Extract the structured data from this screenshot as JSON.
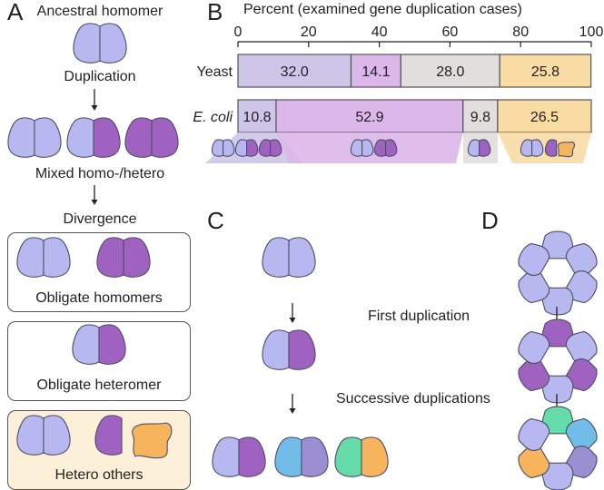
{
  "colors": {
    "lavender": "#b8b8f0",
    "purple": "#a062c0",
    "orange": "#f6b55c",
    "blue": "#72bde8",
    "violet": "#9b8fd2",
    "green": "#66dcaa",
    "bar_lavender": "#cdc6e8",
    "bar_pink": "#dcb7ea",
    "bar_grey": "#e2dede",
    "bar_orange": "#f8dca4"
  },
  "panels": {
    "a": {
      "letter": "A",
      "ancestral": "Ancestral homomer",
      "duplication": "Duplication",
      "mixed": "Mixed homo-/hetero",
      "divergence": "Divergence",
      "box1": "Obligate homomers",
      "box2": "Obligate heteromer",
      "box3": "Hetero others"
    },
    "b": {
      "letter": "B"
    },
    "c": {
      "letter": "C",
      "first": "First duplication",
      "successive": "Successive duplications"
    },
    "d": {
      "letter": "D"
    }
  },
  "chart_data": {
    "type": "bar",
    "orientation": "horizontal",
    "stacked": true,
    "title": "Percent (examined gene duplication cases)",
    "xlim": [
      0,
      100
    ],
    "xticks": [
      "0",
      "20",
      "40",
      "60",
      "80",
      "100"
    ],
    "categories": [
      "Yeast",
      "E. coli"
    ],
    "series": [
      {
        "values": [
          32.0,
          10.8
        ],
        "labels": [
          "32.0",
          "10.8"
        ],
        "color": "#cdc6e8"
      },
      {
        "values": [
          14.1,
          52.9
        ],
        "labels": [
          "14.1",
          "52.9"
        ],
        "color": "#dcb7ea"
      },
      {
        "values": [
          28.0,
          9.8
        ],
        "labels": [
          "28.0",
          "9.8"
        ],
        "color": "#e2dede"
      },
      {
        "values": [
          25.8,
          26.5
        ],
        "labels": [
          "25.8",
          "26.5"
        ],
        "color": "#f8dca4"
      }
    ]
  }
}
